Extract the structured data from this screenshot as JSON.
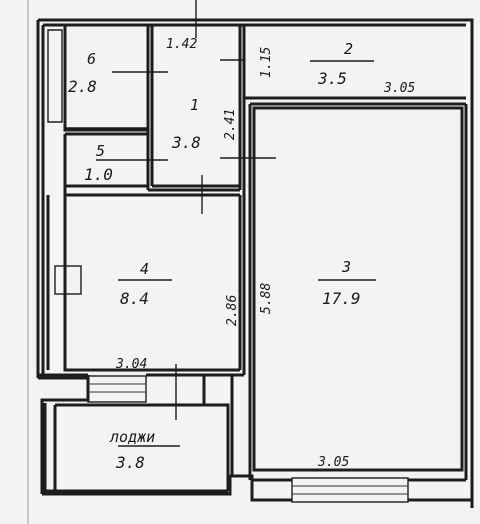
{
  "rooms": [
    {
      "id": "room-6",
      "number": "6",
      "area": "2.8"
    },
    {
      "id": "room-5",
      "number": "5",
      "area": "1.0"
    },
    {
      "id": "room-1",
      "number": "1",
      "area": "3.8"
    },
    {
      "id": "room-2",
      "number": "2",
      "area": "3.5"
    },
    {
      "id": "room-4",
      "number": "4",
      "area": "8.4"
    },
    {
      "id": "room-3",
      "number": "3",
      "area": "17.9"
    },
    {
      "id": "loggia",
      "number": "лоджи",
      "area": "3.8"
    }
  ],
  "dimensions": {
    "corridor_top": "1.42",
    "corridor_side": "2.41",
    "room2_side": "1.15",
    "room2_width": "3.05",
    "room4_height": "2.86",
    "room3_height": "5.88",
    "room4_bottom": "3.04",
    "room3_bottom": "3.05"
  }
}
